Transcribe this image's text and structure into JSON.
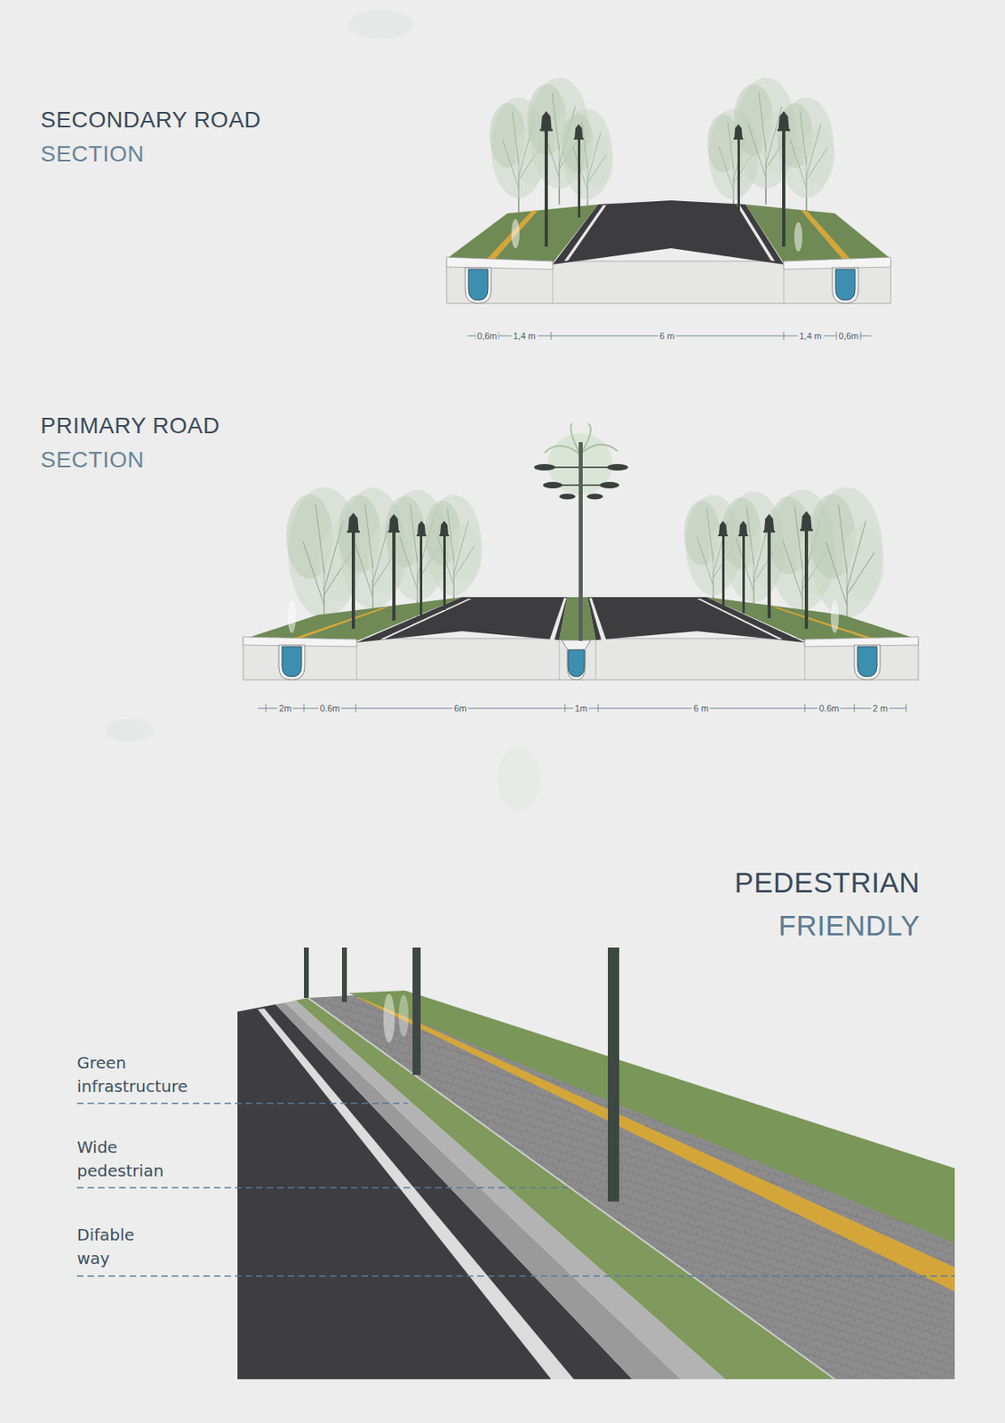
{
  "diagram": {
    "labels": [
      "SECONDARY ROAD",
      "SECTION",
      "0,6m",
      "1,4 m",
      "6 m",
      "1,4 m",
      "0,6m",
      "PRIMARY ROAD",
      "SECTION",
      "2m",
      "0.6m",
      "6m",
      "1m",
      "6 m",
      "0.6m",
      "2 m",
      "PEDESTRIAN",
      "FRIENDLY",
      "Green infrastructure",
      "Wide pedestrian",
      "Difable way"
    ]
  }
}
